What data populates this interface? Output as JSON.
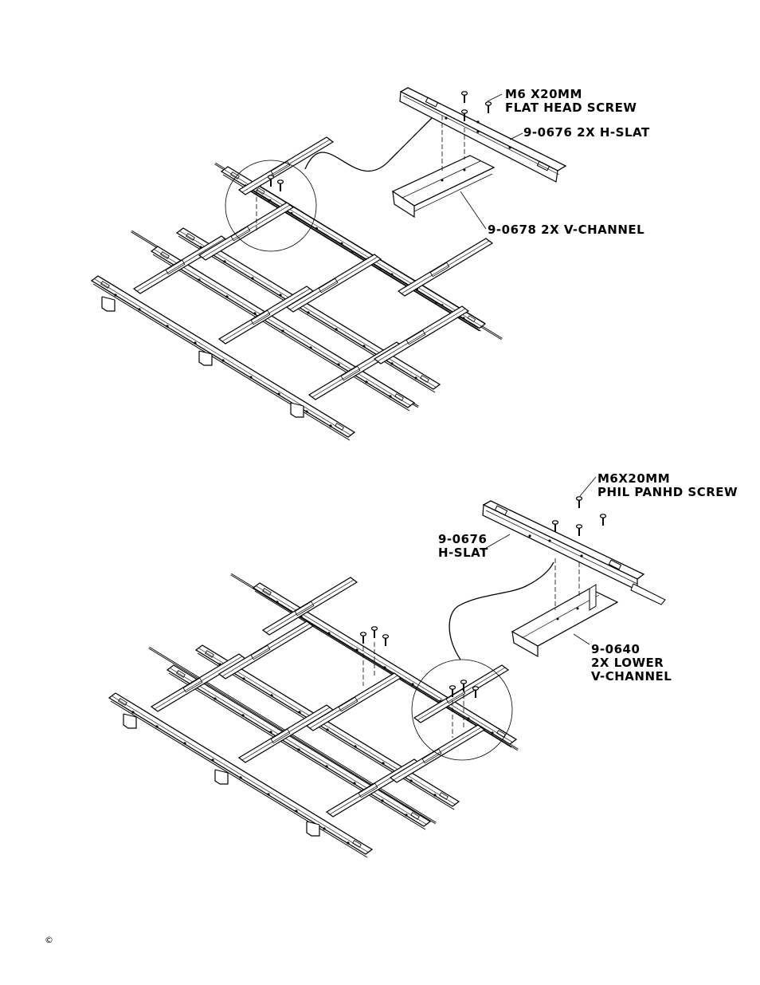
{
  "diagram_top": {
    "screw_label_line1": "M6 X20MM",
    "screw_label_line2": "FLAT HEAD SCREW",
    "slat_label": "9-0676 2X H-SLAT",
    "channel_label": "9-0678 2X V-CHANNEL"
  },
  "diagram_bottom": {
    "screw_label_line1": "M6X20MM",
    "screw_label_line2": "PHIL PANHD SCREW",
    "slat_label_line1": "9-0676",
    "slat_label_line2": "H-SLAT",
    "channel_label_line1": "9-0640",
    "channel_label_line2": "2X LOWER",
    "channel_label_line3": "V-CHANNEL"
  },
  "footer": {
    "copyright": "©"
  },
  "colors": {
    "ink": "#000000",
    "paper": "#ffffff"
  }
}
